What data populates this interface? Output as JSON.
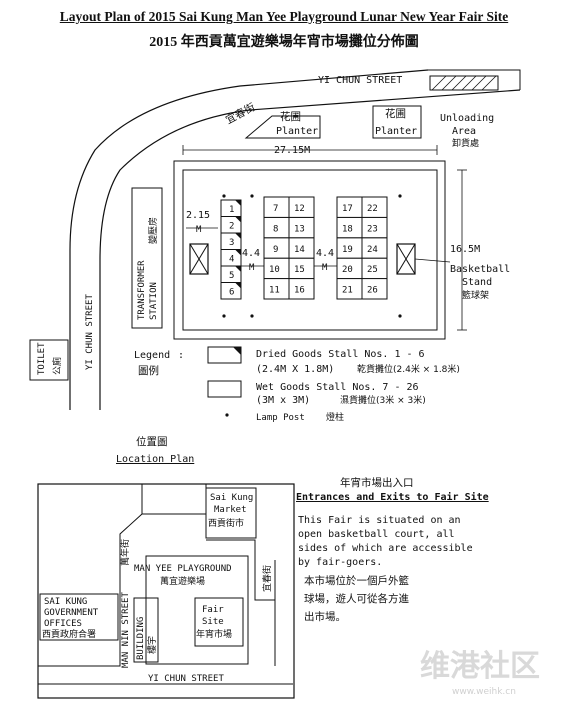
{
  "title_en": "Layout Plan of 2015 Sai Kung Man Yee Playground Lunar New Year Fair Site",
  "title_zh": "2015 年西貢萬宜遊樂場年宵市場攤位分佈圖",
  "streets": {
    "yi_chun_top": "YI CHUN STREET",
    "yi_chun_zh": "宜春街",
    "yi_chun_left": "YI CHUN STREET",
    "yi_chun_bottom": "YI CHUN STREET",
    "man_nin": "MAN NIN STREET",
    "man_nin_zh": "萬年街",
    "yi_chun_zh_right": "宜春街"
  },
  "planter": {
    "zh": "花圃",
    "en": "Planter"
  },
  "unloading": {
    "line1": "Unloading",
    "line2": "Area",
    "zh": "卸貨處"
  },
  "dimensions": {
    "width": "27.15M",
    "height": "16.5M",
    "gap_left": "2.15",
    "gap_left_unit": "M",
    "aisle": "4.4",
    "aisle_unit": "M"
  },
  "basketball": {
    "line1": "Basketball",
    "line2": "Stand",
    "zh": "籃球架"
  },
  "transformer": {
    "en_line1": "TRANSFORMER",
    "en_line2": "STATION",
    "zh": "變壓房"
  },
  "toilet": {
    "en": "TOILET",
    "zh": "公廁"
  },
  "stalls": {
    "dried": [
      "1",
      "2",
      "3",
      "4",
      "5",
      "6"
    ],
    "col_a": [
      "7",
      "8",
      "9",
      "10",
      "11"
    ],
    "col_b": [
      "12",
      "13",
      "14",
      "15",
      "16"
    ],
    "col_c": [
      "17",
      "18",
      "19",
      "20",
      "21"
    ],
    "col_d": [
      "22",
      "23",
      "24",
      "25",
      "26"
    ]
  },
  "legend": {
    "heading_en": "Legend",
    "heading_zh": "圖例",
    "dried_line1": "Dried Goods Stall Nos. 1 - 6",
    "dried_line2": "(2.4M X 1.8M)",
    "dried_zh": "乾貨攤位(2.4米 × 1.8米)",
    "wet_line1": "Wet Goods Stall Nos. 7 - 26",
    "wet_line2": "(3M x 3M)",
    "wet_zh": "濕貨攤位(3米 × 3米)",
    "lamp_en": "Lamp Post",
    "lamp_zh": "燈柱"
  },
  "location": {
    "zh": "位置圖",
    "en": "Location Plan"
  },
  "map": {
    "market_en1": "Sai Kung",
    "market_en2": "Market",
    "market_zh": "西貢街市",
    "playground_en": "MAN YEE PLAYGROUND",
    "playground_zh": "萬宜遊樂場",
    "fair_en1": "Fair",
    "fair_en2": "Site",
    "fair_zh": "年宵市場",
    "gov_en1": "SAI KUNG",
    "gov_en2": "GOVERNMENT",
    "gov_en3": "OFFICES",
    "gov_zh": "西貢政府合署",
    "building_en": "BUILDING",
    "building_zh": "樓宇"
  },
  "entrances": {
    "zh": "年宵市場出入口",
    "en": "Entrances and Exits to Fair Site",
    "desc_en": [
      "This Fair is situated on an",
      "open basketball court, all",
      "sides of which are accessible",
      "by fair-goers."
    ],
    "desc_zh": [
      "本市場位於一個戶外籃",
      "球場，遊人可從各方進",
      "出市場。"
    ]
  },
  "watermark": {
    "zh": "维港社区",
    "url": "www.weihk.cn"
  }
}
